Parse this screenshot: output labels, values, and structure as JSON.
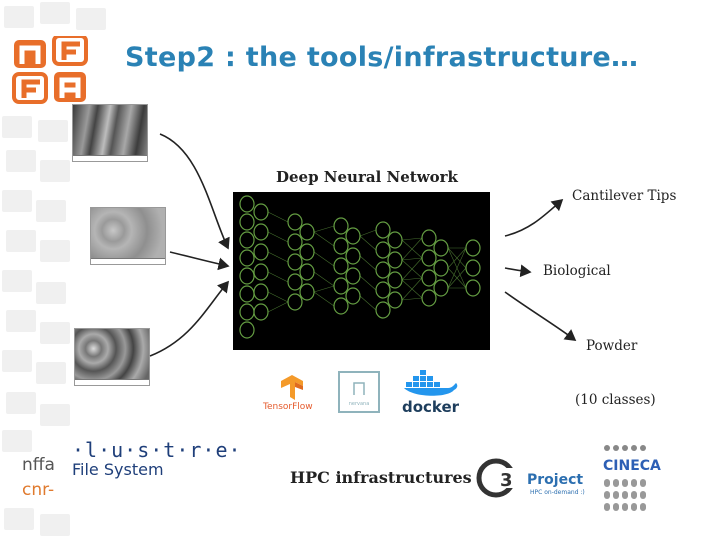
{
  "slide": {
    "title": "Step2 : the tools/infrastructure…"
  },
  "dnn": {
    "title": "Deep Neural Network"
  },
  "outputs": {
    "cantilever": "Cantilever Tips",
    "biological": "Biological",
    "powder": "Powder",
    "classes": "(10 classes)"
  },
  "tools": {
    "tensorflow": "TensorFlow",
    "nervana": "nervana",
    "docker": "docker"
  },
  "infra": {
    "label": "HPC infrastructures",
    "lustre_top": "·l·u·s·t·r·e·",
    "lustre_bottom": "File System",
    "project": "Project",
    "project_sub": "HPC on-demand :)",
    "cineca": "CINECA"
  },
  "fragments": {
    "line1": "nffa",
    "line2": "cnr-"
  },
  "colors": {
    "title": "#2a82b5",
    "accent_orange": "#e07a2e",
    "network_green": "#6fae4a"
  }
}
